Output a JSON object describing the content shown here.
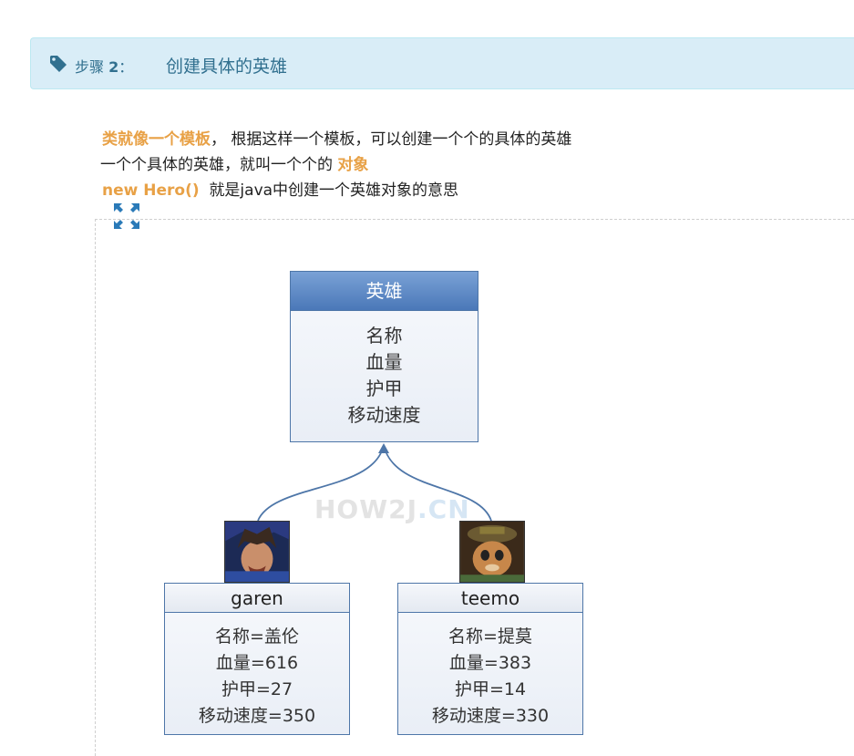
{
  "step": {
    "label": "步骤",
    "number": "2",
    "colon": "：",
    "title": "创建具体的英雄"
  },
  "text": {
    "line1_highlight": "类就像一个模板",
    "line1_rest": "， 根据这样一个模板，可以创建一个个的具体的英雄",
    "line2_prefix": "一个个具体的英雄，就叫一个个的",
    "line2_highlight": "对象",
    "line3_highlight": "new Hero()",
    "line3_rest": "就是java中创建一个英雄对象的意思"
  },
  "diagram": {
    "class": {
      "name": "英雄",
      "fields": [
        "名称",
        "血量",
        "护甲",
        "移动速度"
      ]
    },
    "objects": [
      {
        "name": "garen",
        "fields": [
          "名称=盖伦",
          "血量=616",
          "护甲=27",
          "移动速度=350"
        ]
      },
      {
        "name": "teemo",
        "fields": [
          "名称=提莫",
          "血量=383",
          "护甲=14",
          "移动速度=330"
        ]
      }
    ],
    "watermark_part1": "HOW2J",
    "watermark_part2": ".CN"
  },
  "colors": {
    "header_bg": "#d9edf7",
    "header_text": "#31708f",
    "highlight": "#e8a146",
    "uml_border": "#4e76a8"
  },
  "icons": [
    "tag-icon",
    "expand-icon"
  ]
}
